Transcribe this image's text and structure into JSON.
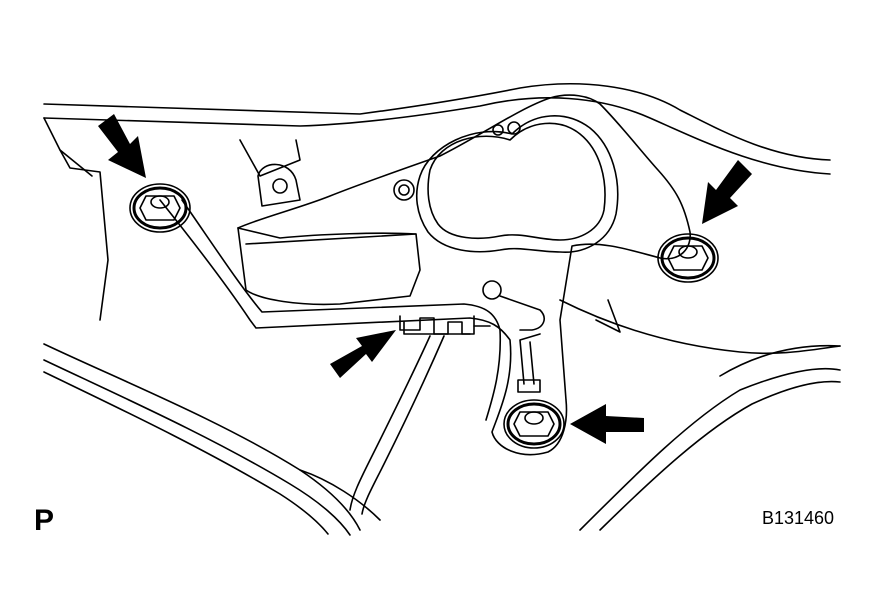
{
  "labels": {
    "view_code": "P",
    "figure_code": "B131460"
  },
  "colors": {
    "ink": "#000000",
    "paper": "#ffffff"
  },
  "callouts": {
    "arrow_count": 4,
    "bolt_count": 3,
    "connector_count": 1
  }
}
